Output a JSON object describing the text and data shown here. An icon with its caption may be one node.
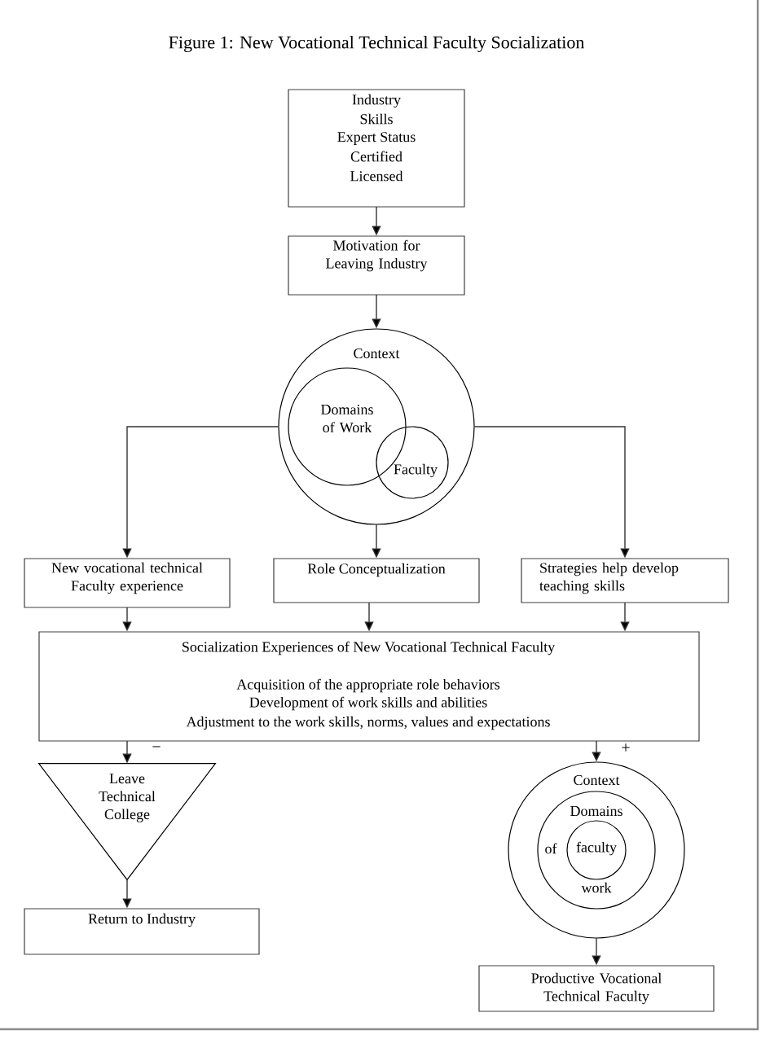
{
  "diagram": {
    "title": "Figure 1: New Vocational Technical Faculty Socialization",
    "nodes": [
      {
        "text": [
          "Industry",
          "Skills",
          "Expert Status",
          "Certified",
          "Licensed"
        ]
      },
      {
        "text": [
          "Motivation for Leaving Industry"
        ]
      },
      {
        "text": [
          "Context"
        ]
      },
      {
        "text": [
          "Domains of Work"
        ],
        "in": 2
      },
      {
        "text": [
          "Faculty"
        ],
        "in": 2
      },
      {
        "text": [
          "New vocational technical Faculty experience"
        ]
      },
      {
        "text": [
          "Role Conceptualization"
        ]
      },
      {
        "text": [
          "Strategies help develop teaching skills"
        ]
      },
      {
        "text": [
          "Socialization Experiences of New Vocational Technical Faculty",
          "Acquisition of the appropriate role behaviors",
          "Development of work skills and abilities",
          "Adjustment to the work skills, norms, values and expectations"
        ]
      },
      {
        "text": [
          "Leave Technical College"
        ]
      },
      {
        "text": [
          "Return to Industry"
        ]
      },
      {
        "text": [
          "Context"
        ]
      },
      {
        "text": [
          "Domains",
          "of",
          "work"
        ],
        "in": 11
      },
      {
        "text": [
          "faculty"
        ],
        "in": 12
      },
      {
        "text": [
          "Productive Vocational Technical Faculty"
        ]
      }
    ],
    "edges": [
      {
        "from": 0,
        "to": 1,
        "arrow": "to"
      },
      {
        "from": 1,
        "to": 2,
        "arrow": "to"
      },
      {
        "from": 2,
        "to": 5,
        "arrow": "to"
      },
      {
        "from": 2,
        "to": 6,
        "arrow": "to"
      },
      {
        "from": 2,
        "to": 7,
        "arrow": "to"
      },
      {
        "from": 5,
        "to": 8,
        "arrow": "to"
      },
      {
        "from": 6,
        "to": 8,
        "arrow": "to"
      },
      {
        "from": 7,
        "to": 8,
        "arrow": "to"
      },
      {
        "from": 8,
        "to": 9,
        "arrow": "to",
        "label": "−"
      },
      {
        "from": 8,
        "to": 11,
        "arrow": "to",
        "label": "+"
      },
      {
        "from": 9,
        "to": 10,
        "arrow": "to"
      },
      {
        "from": 11,
        "to": 14,
        "arrow": "to"
      }
    ]
  }
}
